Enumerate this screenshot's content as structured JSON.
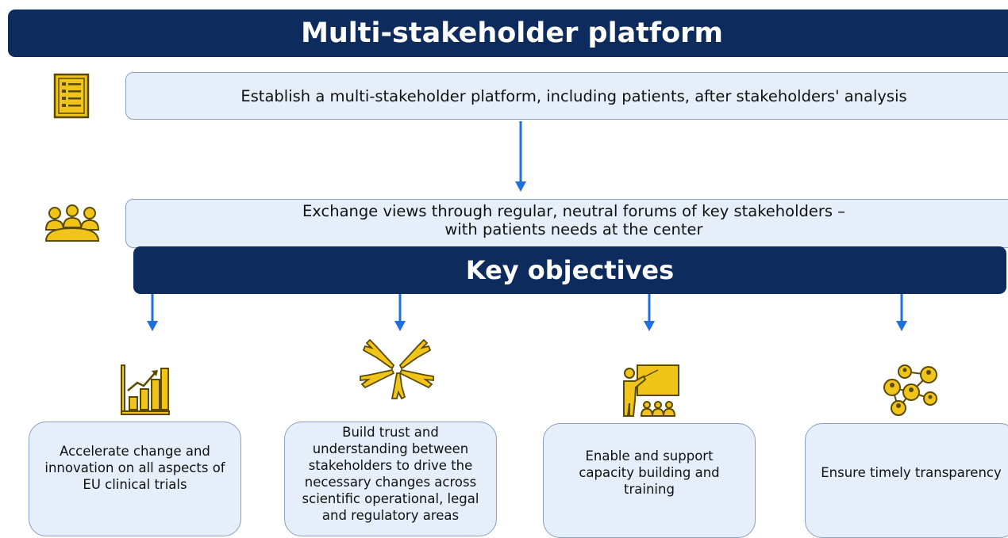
{
  "title": "Multi-stakeholder platform",
  "steps": [
    {
      "text": "Establish a multi-stakeholder platform, including patients, after stakeholders' analysis",
      "icon": "checklist-icon"
    },
    {
      "line1": "Exchange views through regular, neutral forums of key stakeholders –",
      "line2": "with patients needs at the center",
      "icon": "meeting-group-icon"
    }
  ],
  "objectives_title": "Key objectives",
  "objectives": [
    {
      "text": "Accelerate change and innovation on all aspects of EU clinical trials",
      "icon": "growth-chart-icon"
    },
    {
      "text": "Build trust and understanding between stakeholders to drive the necessary changes across scientific operational, legal and regulatory areas",
      "icon": "joined-hands-icon"
    },
    {
      "text": "Enable and support capacity building and training",
      "icon": "teacher-presentation-icon"
    },
    {
      "text": "Ensure timely transparency",
      "icon": "network-people-icon"
    }
  ],
  "colors": {
    "banner": "#0d2b5c",
    "box_fill": "#e6eef9",
    "box_border": "#8ba0bf",
    "arrow": "#1f6fe0",
    "icon": "#f0c419",
    "icon_outline": "#5a4a00"
  }
}
